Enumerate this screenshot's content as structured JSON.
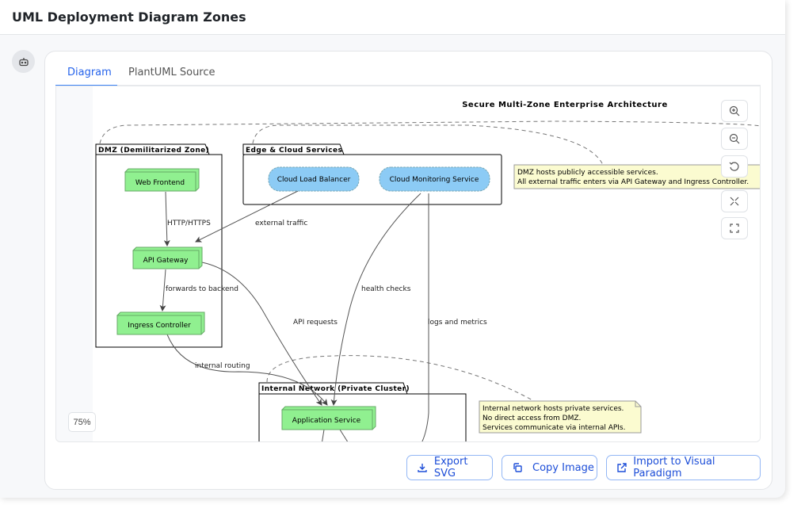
{
  "header": {
    "title": "UML Deployment Diagram Zones"
  },
  "tabs": [
    {
      "label": "Diagram",
      "active": true
    },
    {
      "label": "PlantUML Source",
      "active": false
    }
  ],
  "diagram": {
    "title": "Secure Multi-Zone Enterprise Architecture",
    "packages": {
      "dmz": "DMZ (Demilitarized Zone)",
      "edge": "Edge & Cloud Services",
      "internal": "Internal Network (Private Cluster)"
    },
    "nodes": {
      "web": "Web Frontend",
      "api": "API Gateway",
      "ingress": "Ingress Controller",
      "app": "Application Service"
    },
    "clouds": {
      "lb": "Cloud Load Balancer",
      "mon": "Cloud Monitoring Service"
    },
    "edges": {
      "http": "HTTP/HTTPS",
      "external": "external traffic",
      "forwards": "forwards to backend",
      "api_requests": "API requests",
      "health": "health checks",
      "logs": "logs and metrics",
      "routing": "internal routing"
    },
    "notes": {
      "dmz": [
        "DMZ hosts publicly accessible services.",
        "All external traffic enters via API Gateway and Ingress Controller."
      ],
      "internal": [
        "Internal network hosts private services.",
        "No direct access from DMZ.",
        "Services communicate via internal APIs."
      ]
    },
    "colors": {
      "node": "#90f090",
      "cloud": "#8ccbf5",
      "note": "#fbfbd0"
    }
  },
  "zoom": {
    "level": "75%"
  },
  "actions": {
    "export": "Export SVG",
    "copy": "Copy Image",
    "import": "Import to Visual Paradigm"
  }
}
